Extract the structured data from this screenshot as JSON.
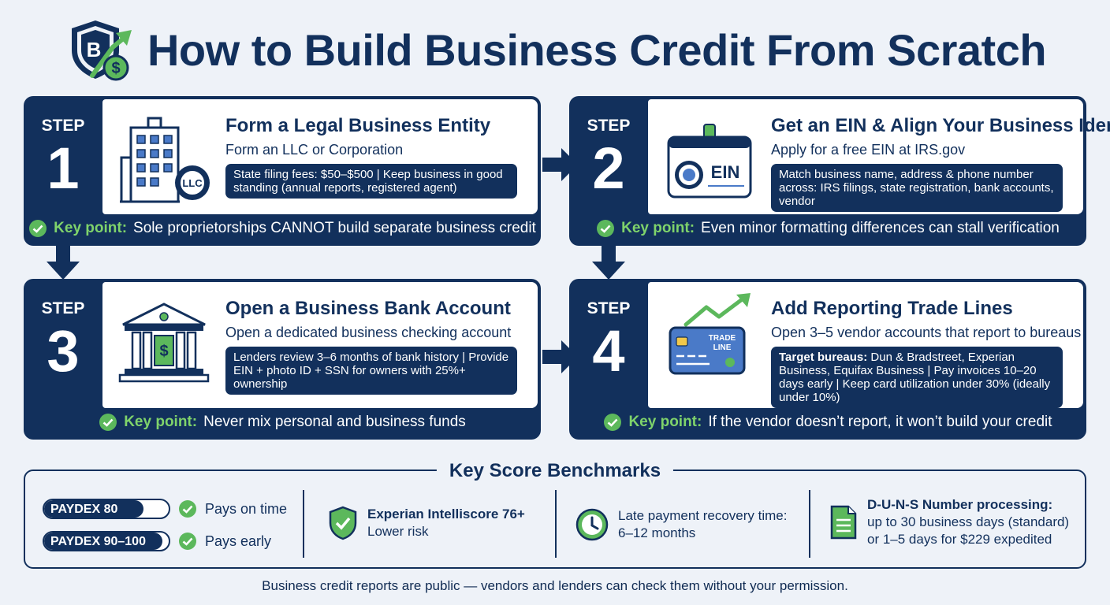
{
  "title": "How to Build Business Credit From Scratch",
  "logo_letter": "B",
  "logo_symbol": "$",
  "step_label": "STEP",
  "key_point_label": "Key point:",
  "steps": [
    {
      "number": "1",
      "title": "Form a Legal Business Entity",
      "subtitle": "Form an LLC or Corporation",
      "detail": "State filing fees: $50–$500 | Keep business in good standing (annual reports, registered agent)",
      "key_point": "Sole proprietorships CANNOT build separate business credit",
      "icon": "office-building-llc-icon",
      "icon_badge": "LLC"
    },
    {
      "number": "2",
      "title": "Get an EIN & Align Your Business Identity",
      "subtitle": "Apply for a free EIN at IRS.gov",
      "detail": "Match business name, address & phone number across: IRS filings, state registration, bank accounts, vendor",
      "key_point": "Even minor formatting differences can stall verification",
      "icon": "ein-badge-icon",
      "icon_badge": "EIN"
    },
    {
      "number": "3",
      "title": "Open a Business Bank Account",
      "subtitle": "Open a dedicated business checking account",
      "detail": "Lenders review 3–6 months of bank history | Provide EIN + photo ID + SSN for owners with 25%+ ownership",
      "key_point": "Never mix personal and business funds",
      "icon": "bank-building-icon",
      "icon_badge": "$"
    },
    {
      "number": "4",
      "title": "Add Reporting Trade Lines",
      "subtitle": "Open 3–5 vendor accounts that report to bureaus",
      "detail_bold": "Target bureaus:",
      "detail": " Dun & Bradstreet, Experian Business, Equifax Business | Pay invoices 10–20 days early | Keep card utilization under 30% (ideally under 10%)",
      "key_point": "If the vendor doesn’t report, it won’t build your credit",
      "icon": "trade-line-card-icon",
      "icon_badge_line1": "TRADE",
      "icon_badge_line2": "LINE"
    }
  ],
  "benchmarks": {
    "title": "Key Score Benchmarks",
    "paydex": [
      {
        "label": "PAYDEX 80",
        "fill_fraction": 0.8,
        "desc": "Pays on time"
      },
      {
        "label": "PAYDEX 90–100",
        "fill_fraction": 0.95,
        "desc": "Pays early"
      }
    ],
    "experian": {
      "title": "Experian Intelliscore 76+",
      "sub": "Lower risk",
      "icon": "shield-check-icon"
    },
    "late": {
      "line1": "Late payment recovery time:",
      "line2": "6–12 months",
      "icon": "clock-icon"
    },
    "duns": {
      "title": "D-U-N-S Number processing:",
      "line1": "up to 30 business days (standard)",
      "line2": "or 1–5 days for $229 expedited",
      "icon": "document-icon"
    }
  },
  "footer": "Business credit reports are public — vendors and lenders can check them without your permission.",
  "colors": {
    "navy": "#12305c",
    "green": "#5cb85c",
    "key_green": "#7fd36b",
    "background": "#eef2f8"
  }
}
